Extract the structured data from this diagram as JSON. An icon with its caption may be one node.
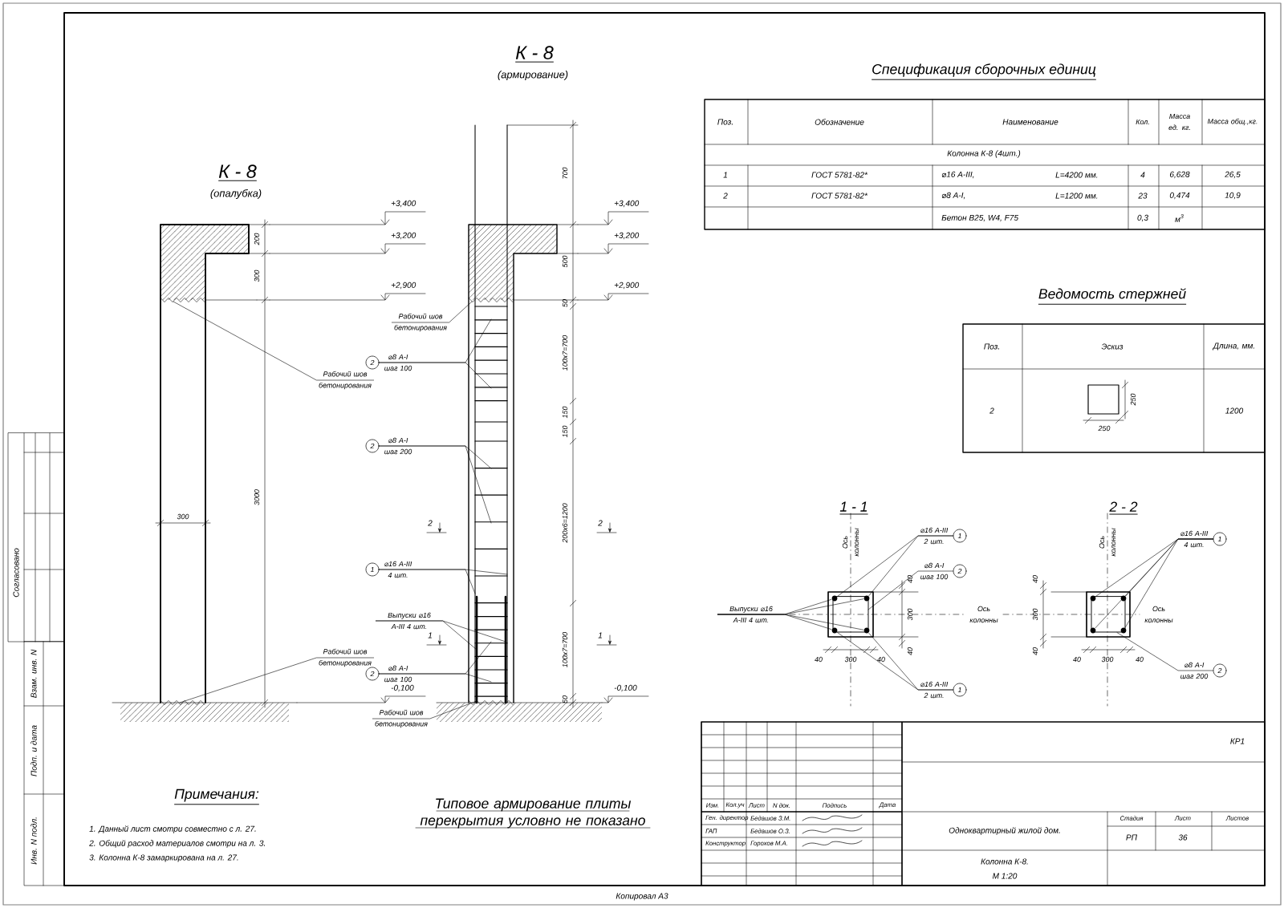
{
  "diagram": {
    "nodes": [
      {
        "text": [
          "Рабочий шов бетонирования"
        ]
      },
      {
        "text": [
          "Рабочий шов бетонирования"
        ]
      },
      {
        "text": [
          "Рабочий шов бетонирования"
        ]
      },
      {
        "text": [
          "2"
        ],
        "beside": [
          "⌀8 А-I шаг 100"
        ]
      },
      {
        "text": [
          "2"
        ],
        "beside": [
          "⌀8 А-I шаг 200"
        ]
      },
      {
        "text": [
          "1"
        ],
        "beside": [
          "⌀16 А-III 4 шт."
        ]
      },
      {
        "text": [
          "Выпуски ⌀16 А-III 4 шт."
        ]
      },
      {
        "text": [
          "2"
        ],
        "beside": [
          "⌀8 А-I шаг 100"
        ]
      },
      {
        "text": [
          "Рабочий шов бетонирования"
        ]
      },
      {
        "text": [
          "1"
        ],
        "beside": [
          "⌀16 А-III 2 шт."
        ]
      },
      {
        "text": [
          "2"
        ],
        "beside": [
          "⌀8 А-I шаг 100"
        ]
      },
      {
        "text": [
          "Выпуски ⌀16 А-III 4 шт."
        ]
      },
      {
        "text": [
          "1"
        ],
        "beside": [
          "⌀16 А-III 2 шт."
        ]
      },
      {
        "text": [
          "1"
        ],
        "beside": [
          "⌀16 А-III 4 шт."
        ]
      },
      {
        "text": [
          "2"
        ],
        "beside": [
          "⌀8 А-I шаг 200"
        ]
      },
      {
        "text": [],
        "shape": "picture"
      },
      {
        "text": [],
        "shape": "picture"
      },
      {
        "text": [],
        "shape": "picture"
      },
      {
        "text": [],
        "shape": "picture"
      }
    ],
    "edges": [
      {
        "from": 0,
        "to": 15,
        "arrow": "none"
      },
      {
        "from": 1,
        "to": 15,
        "arrow": "none"
      },
      {
        "from": 2,
        "to": 16,
        "arrow": "none"
      },
      {
        "from": 3,
        "to": 16,
        "arrow": "none"
      },
      {
        "from": 3,
        "to": 16,
        "arrow": "none"
      },
      {
        "from": 4,
        "to": 16,
        "arrow": "none"
      },
      {
        "from": 4,
        "to": 16,
        "arrow": "none"
      },
      {
        "from": 5,
        "to": 16,
        "arrow": "none"
      },
      {
        "from": 5,
        "to": 16,
        "arrow": "none"
      },
      {
        "from": 6,
        "to": 16,
        "arrow": "none"
      },
      {
        "from": 6,
        "to": 16,
        "arrow": "none"
      },
      {
        "from": 7,
        "to": 16,
        "arrow": "none"
      },
      {
        "from": 7,
        "to": 16,
        "arrow": "none"
      },
      {
        "from": 8,
        "to": 16,
        "arrow": "none"
      },
      {
        "from": 9,
        "to": 17,
        "arrow": "none"
      },
      {
        "from": 9,
        "to": 17,
        "arrow": "none"
      },
      {
        "from": 10,
        "to": 17,
        "arrow": "none"
      },
      {
        "from": 11,
        "to": 17,
        "arrow": "none"
      },
      {
        "from": 11,
        "to": 17,
        "arrow": "none"
      },
      {
        "from": 11,
        "to": 17,
        "arrow": "none"
      },
      {
        "from": 11,
        "to": 17,
        "arrow": "none"
      },
      {
        "from": 12,
        "to": 17,
        "arrow": "none"
      },
      {
        "from": 12,
        "to": 17,
        "arrow": "none"
      },
      {
        "from": 13,
        "to": 18,
        "arrow": "none"
      },
      {
        "from": 13,
        "to": 18,
        "arrow": "none"
      },
      {
        "from": 13,
        "to": 18,
        "arrow": "none"
      },
      {
        "from": 13,
        "to": 18,
        "arrow": "none"
      },
      {
        "from": 14,
        "to": 18,
        "arrow": "none"
      }
    ],
    "labels": [
      "Согласовано",
      "Взам. инв. N",
      "Подп. и дата",
      "Инв. N подл.",
      "К - 8",
      "(опалубка)",
      "+3,400",
      "+3,200",
      "+2,900",
      "200",
      "300",
      "3000",
      "300",
      "-0,100",
      "К - 8",
      "(армирование)",
      "700",
      "+3,400",
      "+3,200",
      "500",
      "+2,900",
      "50",
      "100х7=700",
      "150",
      "150",
      "2",
      "2",
      "200х6=1200",
      "1",
      "1",
      "100х7=700",
      "50",
      "-0,100",
      "Типовое армирование плиты перекрытия условно не показано",
      "Примечания:",
      "1. Данный лист смотри совместно с л. 27.",
      "2. Общий расход материалов смотри на л. 3.",
      "3. Колонна К-8 замаркирована на л. 27.",
      "Копировал А3",
      "Спецификация сборочных единиц",
      "Поз.",
      "Обозначение",
      "Наименование",
      "Кол.",
      "Масса ед. кг.",
      "Масса общ.,кг.",
      "Колонна К-8 (4шт.)",
      "1",
      "ГОСТ 5781-82*",
      "⌀16 А-III,",
      "L=4200 мм.",
      "4",
      "6,628",
      "26,5",
      "2",
      "ГОСТ 5781-82*",
      "⌀8 А-I,",
      "L=1200 мм.",
      "23",
      "0,474",
      "10,9",
      "Бетон В25, W4, F75",
      "0,3",
      "м$^{3}$",
      "Ведомость стержней",
      "Поз.",
      "Эскиз",
      "Длина, мм.",
      "2",
      "250",
      "250",
      "1200",
      "1 - 1",
      "Ось колонны",
      "Ось колонны",
      "40",
      "300",
      "40",
      "40",
      "40",
      "300",
      "2 - 2",
      "Ось колонны",
      "Ось колонны",
      "40",
      "300",
      "40",
      "40",
      "300",
      "40",
      "Изм.",
      "Кол.уч",
      "Лист",
      "N док.",
      "Подпись",
      "Дата",
      "Ген. директор",
      "Бедашов З.М.",
      "ГАП",
      "Бедашов О.З.",
      "Конструктор",
      "Горохов М.А.",
      "КР1",
      "Одноквартирный жилой дом.",
      "Стадия",
      "Лист",
      "Листов",
      "РП",
      "36",
      "Колонна К-8.",
      "М 1:20"
    ]
  }
}
